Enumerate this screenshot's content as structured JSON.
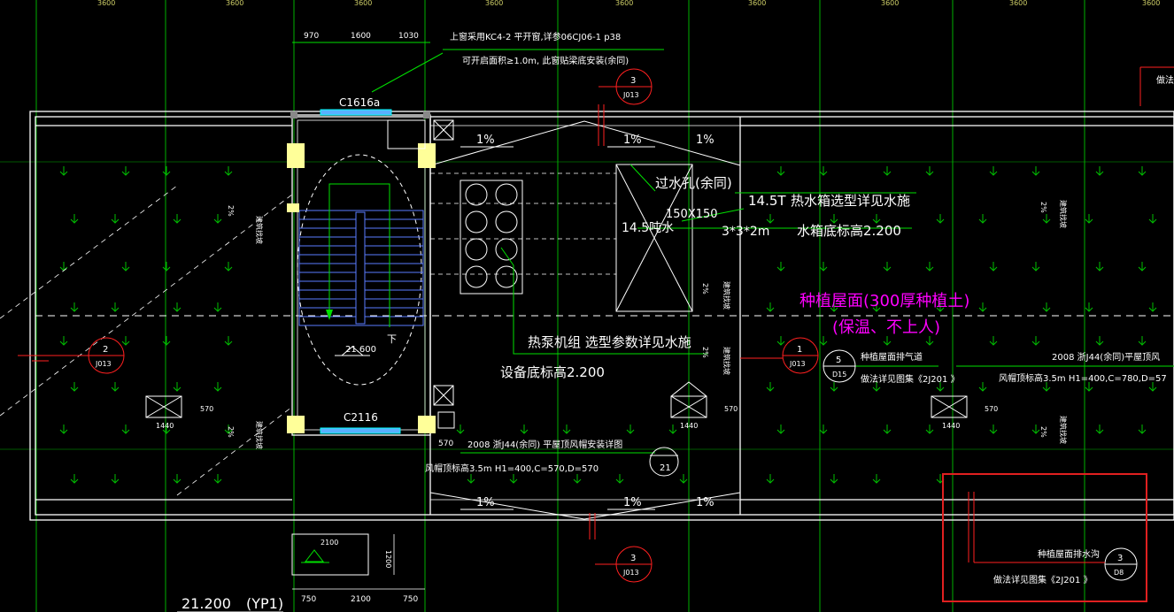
{
  "top_dims": [
    "3600",
    "3600",
    "3600",
    "3600",
    "3600",
    "3600",
    "3600",
    "3600",
    "3600"
  ],
  "window_note": {
    "dims": [
      "970",
      "1600",
      "1030"
    ],
    "line1": "上窗采用KC4-2    平开窗,详参06CJ06-1         p38",
    "line2": "可开启面积≥1.0m,  此窗贴梁底安装(余同)",
    "label": "C1616a"
  },
  "slopes": [
    "1%",
    "1%",
    "1%",
    "1%",
    "1%",
    "1%"
  ],
  "side_notes": [
    "建筑找坡",
    "建筑找坡",
    "建筑找坡",
    "建筑找坡",
    "建筑找坡",
    "建筑找坡"
  ],
  "side_pct": [
    "2%",
    "2%",
    "2%",
    "2%",
    "2%",
    "2%"
  ],
  "tank": {
    "overflow": "过水孔(余同)",
    "weight": "14.5T",
    "note": "热水箱选型详见水施",
    "elev_label": "14.5吨水",
    "size": "3*3*2m",
    "opening": "150X150",
    "base": "水箱底标高2.200"
  },
  "planting": {
    "title": "种植屋面(300厚种植土)",
    "subtitle": "(保温、不上人)",
    "vent_label": "种植屋面排气道",
    "vent_ref": "做法详见图集《2J201     》",
    "cap_ref": "2008    浙J44(余同)平屋顶风",
    "cap_elev": "风帽顶标高3.5m    H1=400,C=780,D=57"
  },
  "heat_pump": {
    "line1": "热泵机组  选型参数详见水施",
    "line2": "设备底标高2.200"
  },
  "stair": {
    "down": "下",
    "elev": "21.600",
    "window": "C2116"
  },
  "vent_center": {
    "ref": "2008   浙J44(余同)  平屋顶风帽安装详图",
    "elev": "风帽顶标高3.5m      H1=400,C=570,D=570",
    "dim": "570",
    "num": "21"
  },
  "fan_dims": [
    "1440",
    "1440",
    "1440",
    "570",
    "570",
    "570"
  ],
  "bottom": {
    "dims": [
      "2100",
      "1200",
      "750",
      "2100",
      "750"
    ],
    "elev": "21.200",
    "tag": "(YP1)"
  },
  "drain": {
    "label": "种植屋面排水沟",
    "ref": "做法详见图集《2J201         》"
  },
  "callouts": [
    {
      "num": "3",
      "ref": "J013"
    },
    {
      "num": "2",
      "ref": "J013"
    },
    {
      "num": "1",
      "ref": "J013"
    },
    {
      "num": "5",
      "ref": "D15"
    },
    {
      "num": "3",
      "ref": "J013"
    },
    {
      "num": "3",
      "ref": "D8"
    }
  ],
  "right_edge": "做法",
  "colors": {
    "bg": "#000000",
    "wall": "#ffffff",
    "green": "#00e000",
    "magenta": "#ff00ff",
    "red": "#ff2020",
    "cyan": "#00ffff",
    "blue": "#5a7cff",
    "yellow": "#ffff99",
    "frame": "#e02020"
  }
}
